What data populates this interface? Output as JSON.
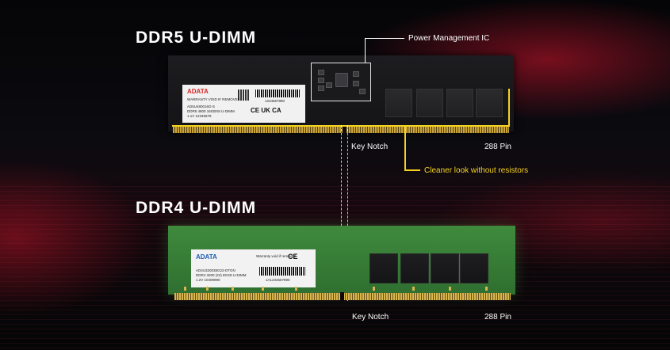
{
  "ddr5": {
    "title": "DDR5 U-DIMM",
    "label": {
      "brand": "ADATA",
      "warranty": "WARRANTY VOID IF REMOVED",
      "line1": "AD5U480016G-S",
      "line2": "DDR5 4800 16GBX8 U-DIMM",
      "line3": "1.1V    12345678",
      "cert": "CE UK CA",
      "barcode_number": "1234567890"
    },
    "callouts": {
      "pmic": "Power Management IC",
      "key_notch": "Key Notch",
      "pins": "288 Pin",
      "cleaner": "Cleaner look without resistors"
    }
  },
  "ddr4": {
    "title": "DDR4 U-DIMM",
    "label": {
      "brand": "ADATA",
      "warranty": "Warranty void if removed",
      "line1": "AD4U320038G22-DTGN",
      "line2": "DDR4 3200 (22) 8GX8 U-DIMM",
      "line3": "1.2V    10409990",
      "cert": "CE",
      "barcode_number": "1A1234567890"
    },
    "callouts": {
      "key_notch": "Key Notch",
      "pins": "288 Pin"
    }
  },
  "colors": {
    "highlight": "#f5d320",
    "ddr4_pcb": "#3f8a3d",
    "ddr5_pcb": "#1d1d20",
    "accent_red": "#d2142d"
  }
}
